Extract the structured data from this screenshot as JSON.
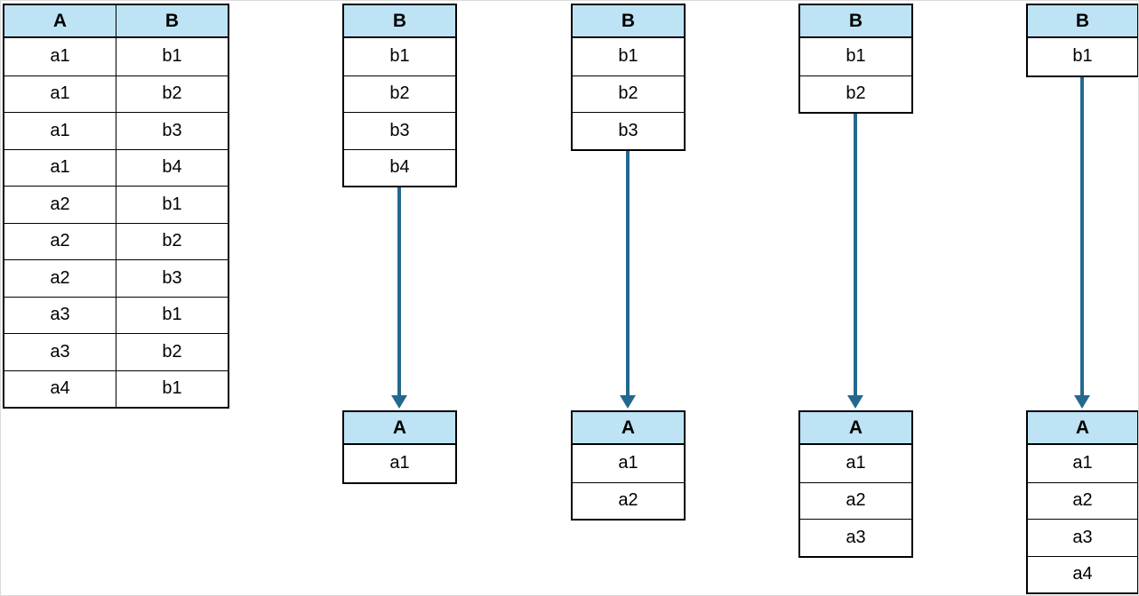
{
  "colors": {
    "header_fill": "#BDE3F5",
    "border": "#000000",
    "arrow": "#25688E",
    "frame": "#D9D9D9"
  },
  "base_table": {
    "columns": [
      "A",
      "B"
    ],
    "rows": [
      [
        "a1",
        "b1"
      ],
      [
        "a1",
        "b2"
      ],
      [
        "a1",
        "b3"
      ],
      [
        "a1",
        "b4"
      ],
      [
        "a2",
        "b1"
      ],
      [
        "a2",
        "b2"
      ],
      [
        "a2",
        "b3"
      ],
      [
        "a3",
        "b1"
      ],
      [
        "a3",
        "b2"
      ],
      [
        "a4",
        "b1"
      ]
    ]
  },
  "mappings": [
    {
      "source": {
        "header": "B",
        "rows": [
          "b1",
          "b2",
          "b3",
          "b4"
        ]
      },
      "target": {
        "header": "A",
        "rows": [
          "a1"
        ]
      }
    },
    {
      "source": {
        "header": "B",
        "rows": [
          "b1",
          "b2",
          "b3"
        ]
      },
      "target": {
        "header": "A",
        "rows": [
          "a1",
          "a2"
        ]
      }
    },
    {
      "source": {
        "header": "B",
        "rows": [
          "b1",
          "b2"
        ]
      },
      "target": {
        "header": "A",
        "rows": [
          "a1",
          "a2",
          "a3"
        ]
      }
    },
    {
      "source": {
        "header": "B",
        "rows": [
          "b1"
        ]
      },
      "target": {
        "header": "A",
        "rows": [
          "a1",
          "a2",
          "a3",
          "a4"
        ]
      }
    }
  ]
}
